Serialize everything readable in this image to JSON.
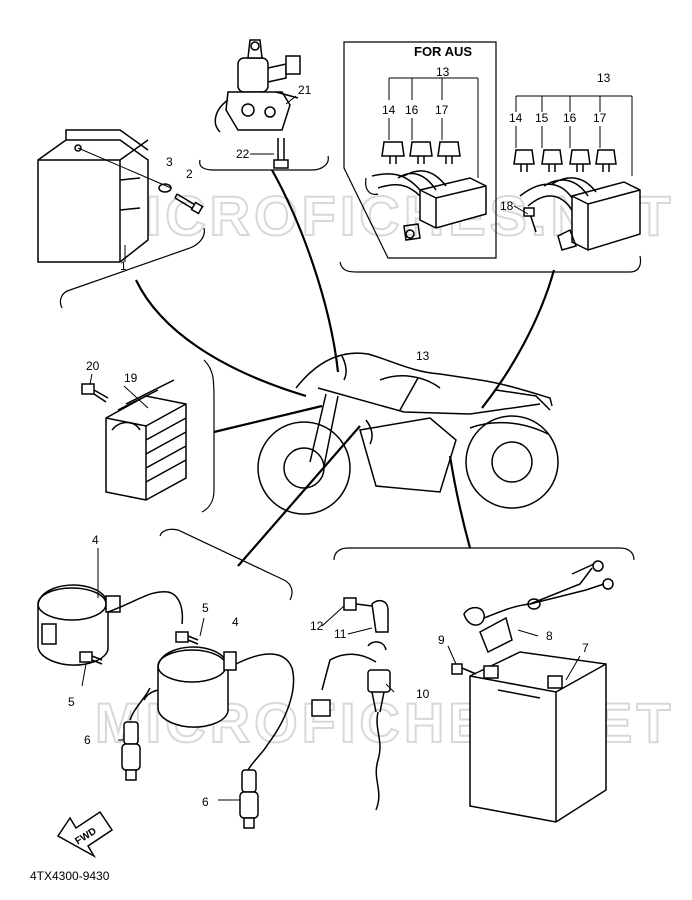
{
  "watermark": "MICROFICHES.NET",
  "diagram_code": "4TX4300-9430",
  "fwd_label": "FWD",
  "variant_label": "FOR AUS",
  "callouts": {
    "c1": "1",
    "c2": "2",
    "c3": "3",
    "c4a": "4",
    "c4b": "4",
    "c5a": "5",
    "c5b": "5",
    "c6a": "6",
    "c6b": "6",
    "c7": "7",
    "c8": "8",
    "c9": "9",
    "c10": "10",
    "c11": "11",
    "c12": "12",
    "c13_aus": "13",
    "c13_std": "13",
    "c13_bike": "13",
    "c14_aus": "14",
    "c14_std": "14",
    "c15_std": "15",
    "c16_aus": "16",
    "c16_std": "16",
    "c17_aus": "17",
    "c17_std": "17",
    "c18": "18",
    "c19": "19",
    "c20": "20",
    "c21": "21",
    "c22": "22"
  },
  "icons": {
    "cdi": "cdi-unit-icon",
    "switch": "main-switch-icon",
    "fuse": "fuse-icon",
    "rectifier": "rectifier-regulator-icon",
    "coil": "ignition-coil-icon",
    "cap": "spark-plug-cap-icon",
    "battery": "battery-icon",
    "relay": "starter-relay-icon",
    "bike": "motorcycle-icon",
    "arrow": "fwd-arrow-icon"
  },
  "colors": {
    "line": "#000000",
    "watermark": "#d8d8d8",
    "background": "#ffffff"
  }
}
